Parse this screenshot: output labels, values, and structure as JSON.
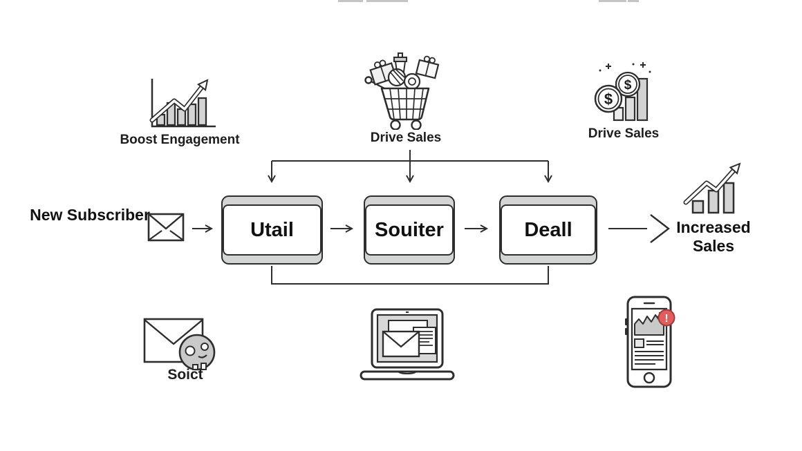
{
  "flow": {
    "source_label": "New Subscriber",
    "source_icon": "envelope-icon",
    "stages": [
      {
        "label": "Utail"
      },
      {
        "label": "Souiter"
      },
      {
        "label": "Deall"
      }
    ],
    "result_label": "Increased Sales",
    "result_icon": "growth-bars-arrow-icon"
  },
  "top_benefits": [
    {
      "label": "Boost Engagement",
      "icon": "chart-growth-icon"
    },
    {
      "label": "Drive Sales",
      "icon": "cart-gifts-icon"
    },
    {
      "label": "Drive Sales",
      "icon": "coins-bars-icon"
    }
  ],
  "bottom_items": [
    {
      "label": "Soict",
      "icon": "envelope-face-icon"
    },
    {
      "label": "",
      "icon": "laptop-email-icon"
    },
    {
      "label": "",
      "icon": "phone-notification-icon"
    }
  ],
  "glyphs": {
    "coin_symbol": "$",
    "notification_badge": "!"
  },
  "colors": {
    "line": "#2d2d2d",
    "stage_fill": "#d3d5d4",
    "bar_fill": "#d4d4d4",
    "screen_fill": "#d8d8d8",
    "face_fill": "#c9c9c9",
    "badge_fill": "#e25d5d",
    "badge_border": "#9f3d3d",
    "background": "#ffffff"
  }
}
